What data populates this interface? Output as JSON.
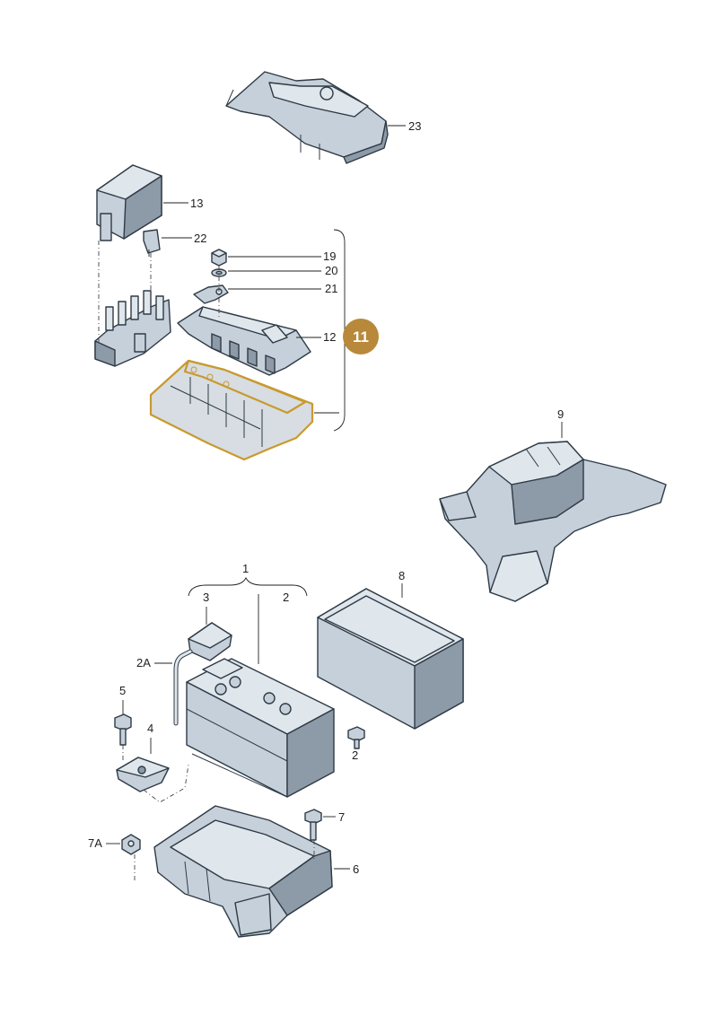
{
  "labels": {
    "p23": "23",
    "p13": "13",
    "p22": "22",
    "p19": "19",
    "p20": "20",
    "p21": "21",
    "p12": "12",
    "p9": "9",
    "p1": "1",
    "p3": "3",
    "p2a_top": "2",
    "p8": "8",
    "p2A": "2A",
    "p5": "5",
    "p4": "4",
    "p2": "2",
    "p7": "7",
    "p7A": "7A",
    "p6": "6"
  },
  "callout": {
    "label": "11",
    "color": "#b8893a"
  },
  "highlight_color": "#c89a2e"
}
